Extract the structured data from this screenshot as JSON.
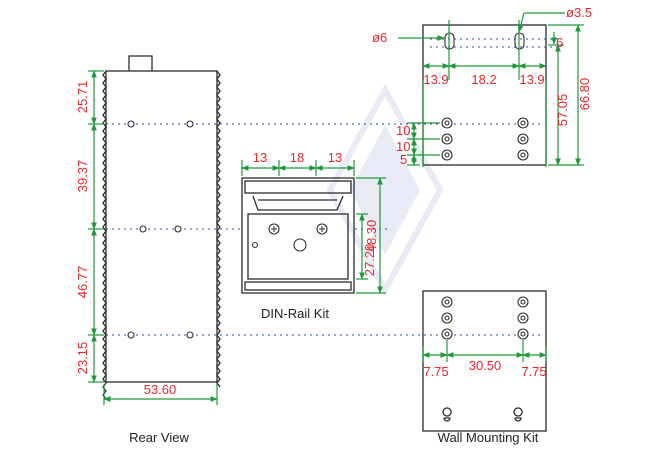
{
  "captions": {
    "rear": "Rear View",
    "din": "DIN-Rail Kit",
    "wall": "Wall Mounting Kit"
  },
  "rear_dims": {
    "width": "53.60",
    "seg1": "25.71",
    "seg2": "39.37",
    "seg3": "46.77",
    "seg4": "23.15"
  },
  "din_dims": {
    "top_left": "13",
    "top_mid": "18",
    "top_right": "13",
    "height": "48.30",
    "inner_height": "27.20"
  },
  "top_kit_dims": {
    "hole_large": "ø6",
    "hole_small": "ø3.5",
    "slot": "6",
    "left": "13.9",
    "middle": "18.2",
    "right": "13.9",
    "height_inner": "57.05",
    "height_total": "66.80",
    "pitch1": "10",
    "pitch2": "10",
    "bottom": "5"
  },
  "wall_dims": {
    "left": "7.75",
    "middle": "30.50",
    "right": "7.75"
  },
  "colors": {
    "dimension_text": "#e8262b",
    "dimension_line": "#1f9a3a",
    "outline": "#2b2b2b",
    "center_line": "#2b4aa8"
  }
}
